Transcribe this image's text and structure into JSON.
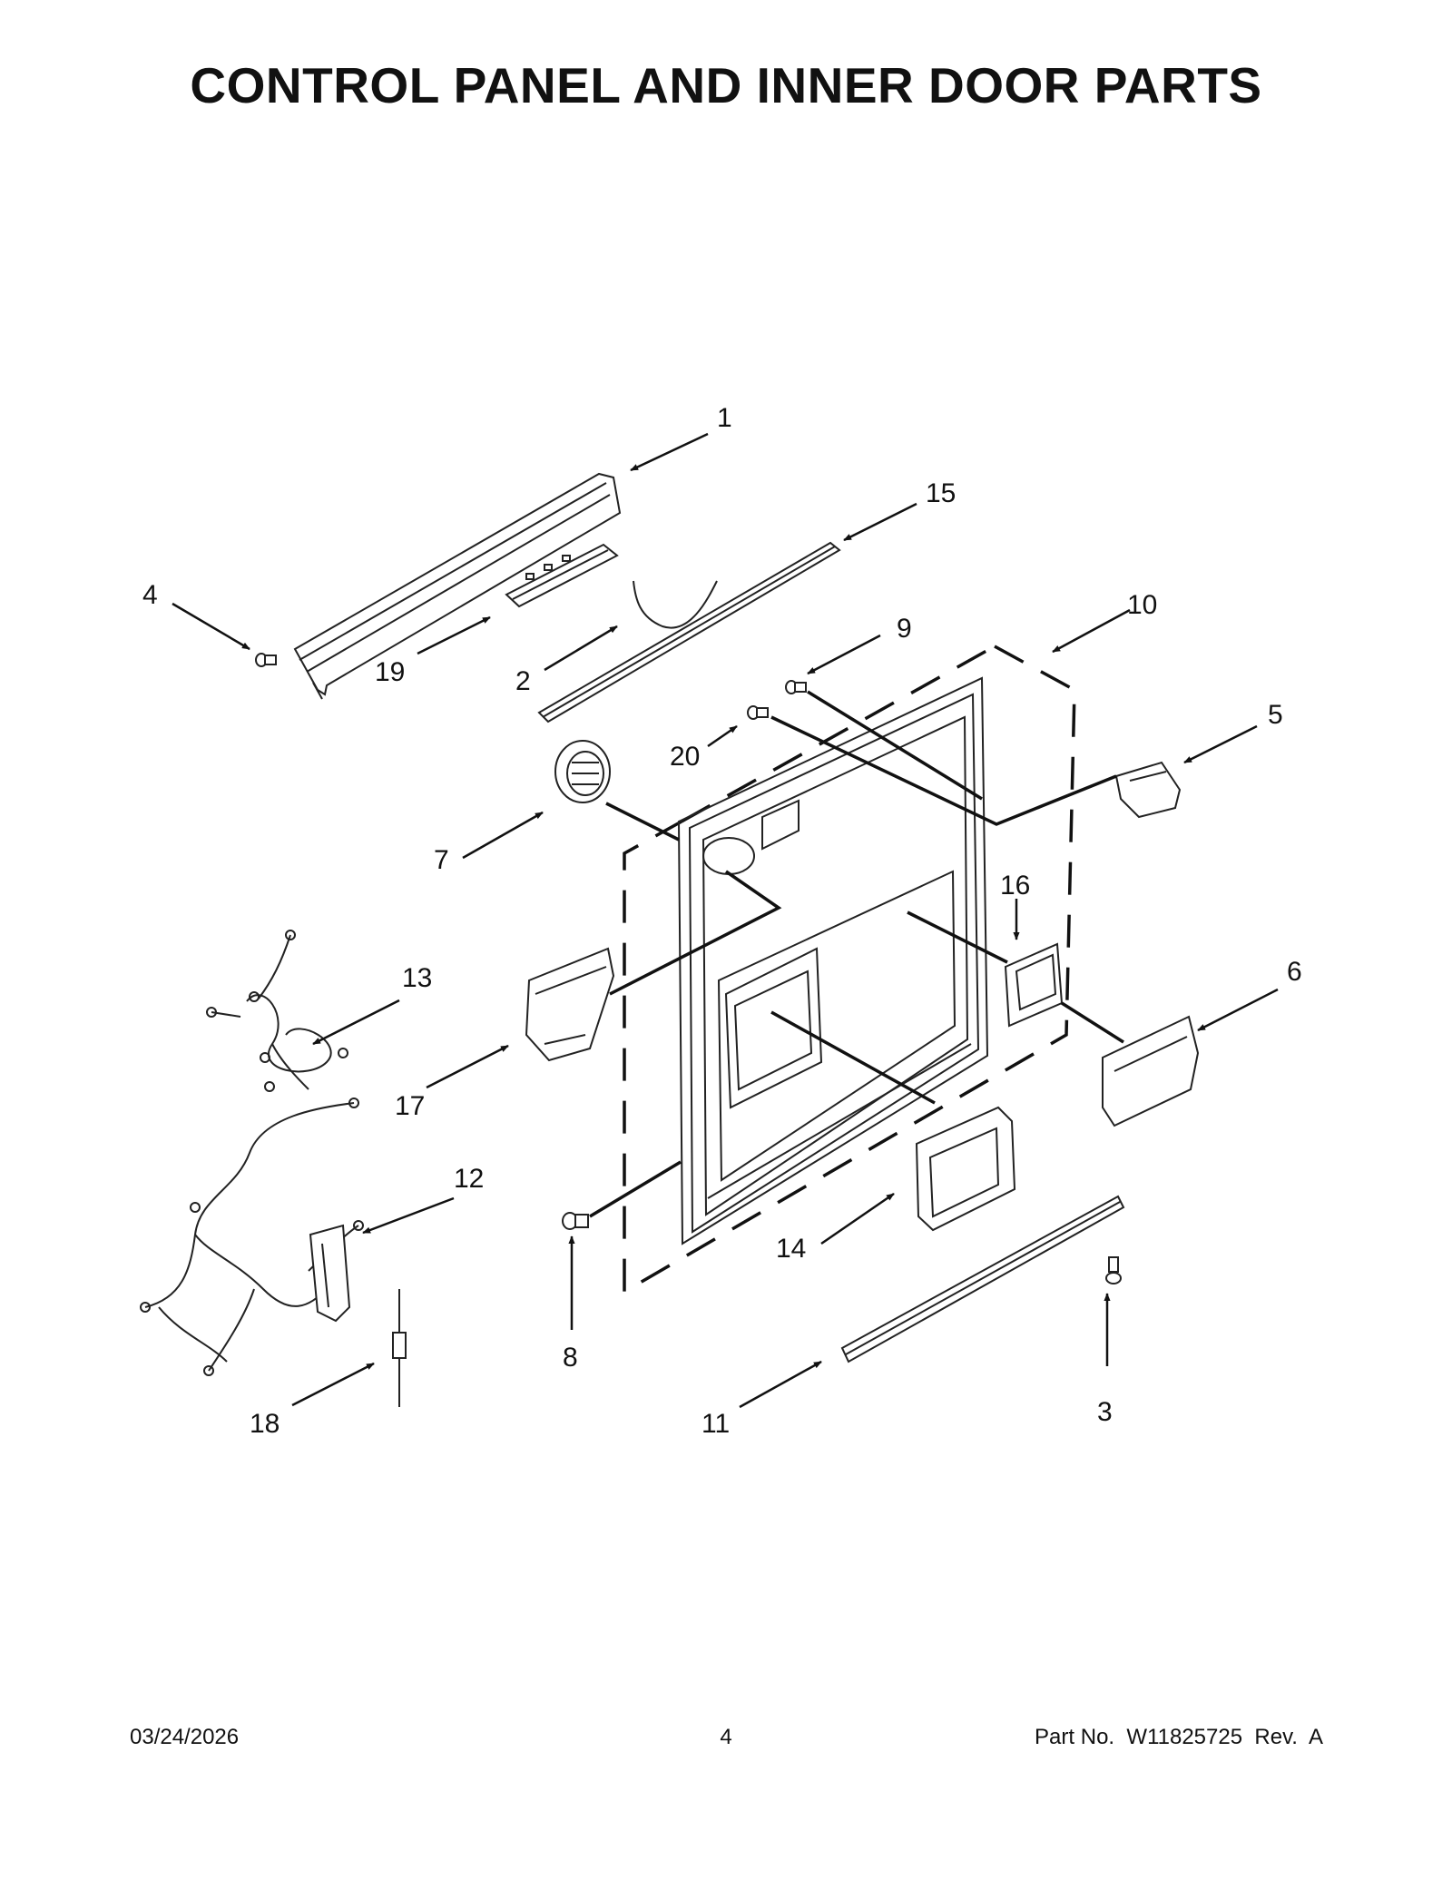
{
  "title": "CONTROL PANEL AND INNER DOOR PARTS",
  "footer": {
    "date": "03/24/2026",
    "page": "4",
    "part_no": "Part No.  W11825725  Rev.  A"
  },
  "callouts": [
    "1",
    "2",
    "3",
    "4",
    "5",
    "6",
    "7",
    "8",
    "9",
    "10",
    "11",
    "12",
    "13",
    "14",
    "15",
    "16",
    "17",
    "18",
    "19",
    "20"
  ]
}
